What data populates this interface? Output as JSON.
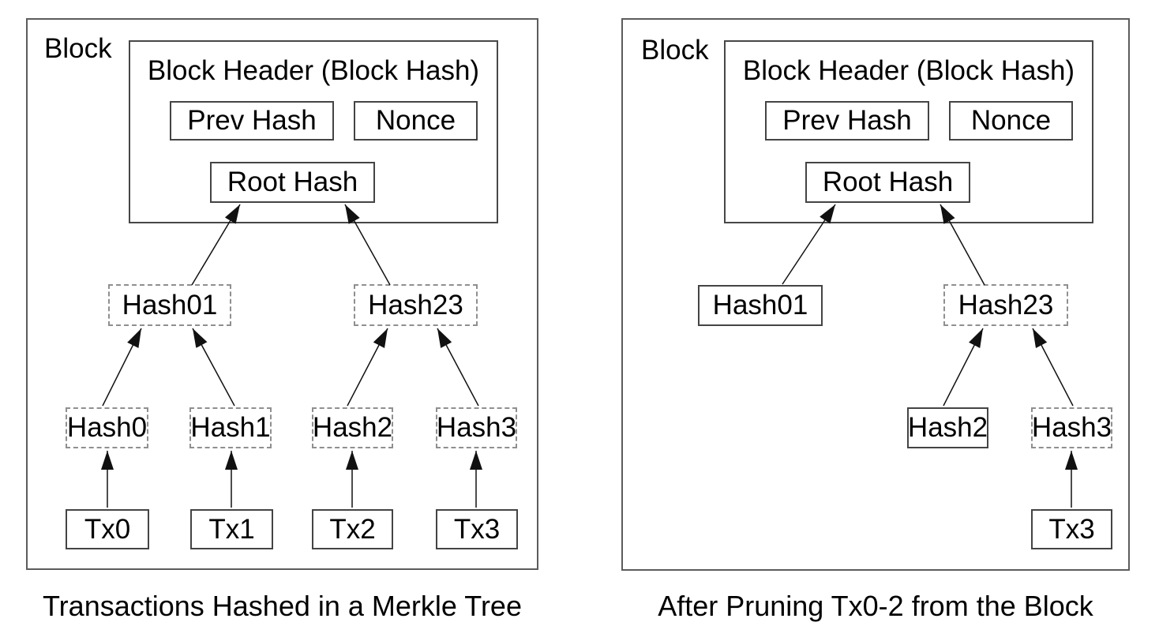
{
  "figure": {
    "left": {
      "block_label": "Block",
      "header": {
        "title": "Block Header (Block Hash)",
        "prev_hash": "Prev Hash",
        "nonce": "Nonce",
        "root_hash": "Root Hash"
      },
      "nodes": {
        "hash01": "Hash01",
        "hash23": "Hash23",
        "hash0": "Hash0",
        "hash1": "Hash1",
        "hash2": "Hash2",
        "hash3": "Hash3",
        "tx0": "Tx0",
        "tx1": "Tx1",
        "tx2": "Tx2",
        "tx3": "Tx3"
      },
      "caption": "Transactions Hashed in a Merkle Tree"
    },
    "right": {
      "block_label": "Block",
      "header": {
        "title": "Block Header (Block Hash)",
        "prev_hash": "Prev Hash",
        "nonce": "Nonce",
        "root_hash": "Root Hash"
      },
      "nodes": {
        "hash01": "Hash01",
        "hash23": "Hash23",
        "hash2": "Hash2",
        "hash3": "Hash3",
        "tx3": "Tx3"
      },
      "caption": "After Pruning Tx0-2 from the Block"
    }
  },
  "colors": {
    "background": "#ffffff",
    "text": "#000000",
    "solid_border": "#444444",
    "dashed_border": "#8f8f8f",
    "arrow": "#111111"
  }
}
